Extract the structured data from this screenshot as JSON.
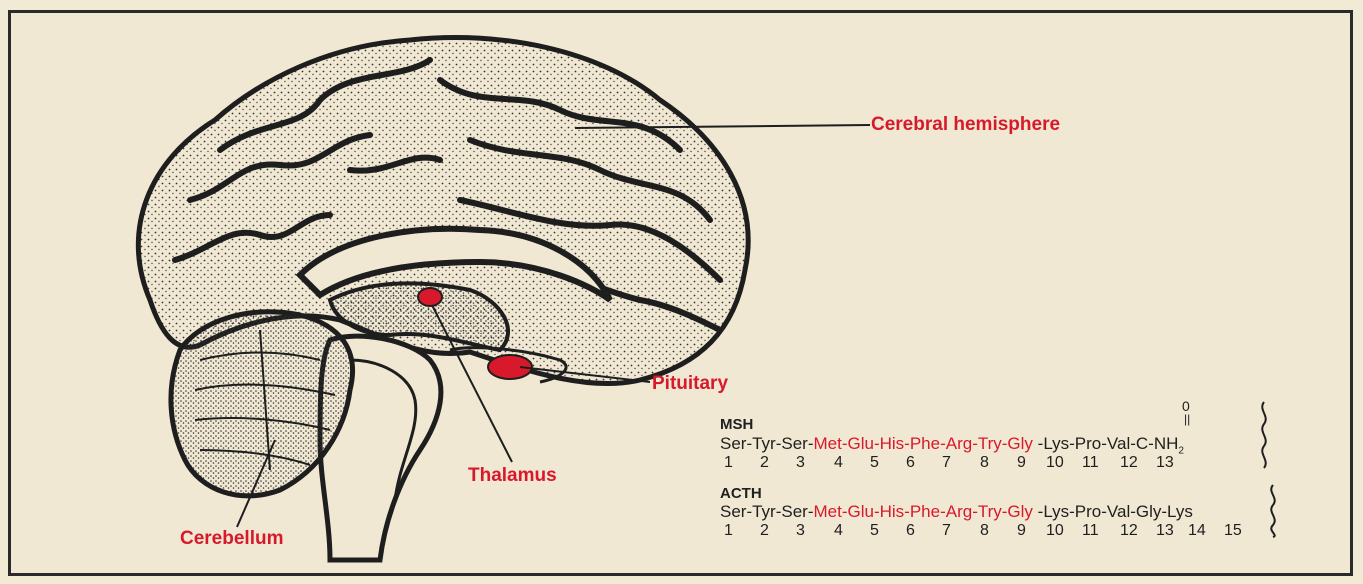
{
  "labels": {
    "cerebral": "Cerebral  hemisphere",
    "pituitary": "Pituitary",
    "thalamus": "Thalamus",
    "cerebellum": "Cerebellum"
  },
  "msh": {
    "title": "MSH",
    "prefix": "Ser-Tyr-Ser-",
    "core": "Met-Glu-His-Phe-Arg-Try-Gly",
    "suffix": " -Lys-Pro-Val-C-NH",
    "subscript": "2",
    "oxygen": "0",
    "double_bond": "||",
    "numbers": [
      "1",
      "2",
      "3",
      "4",
      "5",
      "6",
      "7",
      "8",
      "9",
      "10",
      "11",
      "12",
      "13"
    ]
  },
  "acth": {
    "title": "ACTH",
    "prefix": "Ser-Tyr-Ser-",
    "core": "Met-Glu-His-Phe-Arg-Try-Gly",
    "suffix": " -Lys-Pro-Val-Gly-Lys",
    "numbers": [
      "1",
      "2",
      "3",
      "4",
      "5",
      "6",
      "7",
      "8",
      "9",
      "10",
      "11",
      "12",
      "13",
      "14",
      "15"
    ]
  },
  "colors": {
    "accent": "#d8192b",
    "ink": "#1f1f1f",
    "paper": "#f0e8d3"
  }
}
